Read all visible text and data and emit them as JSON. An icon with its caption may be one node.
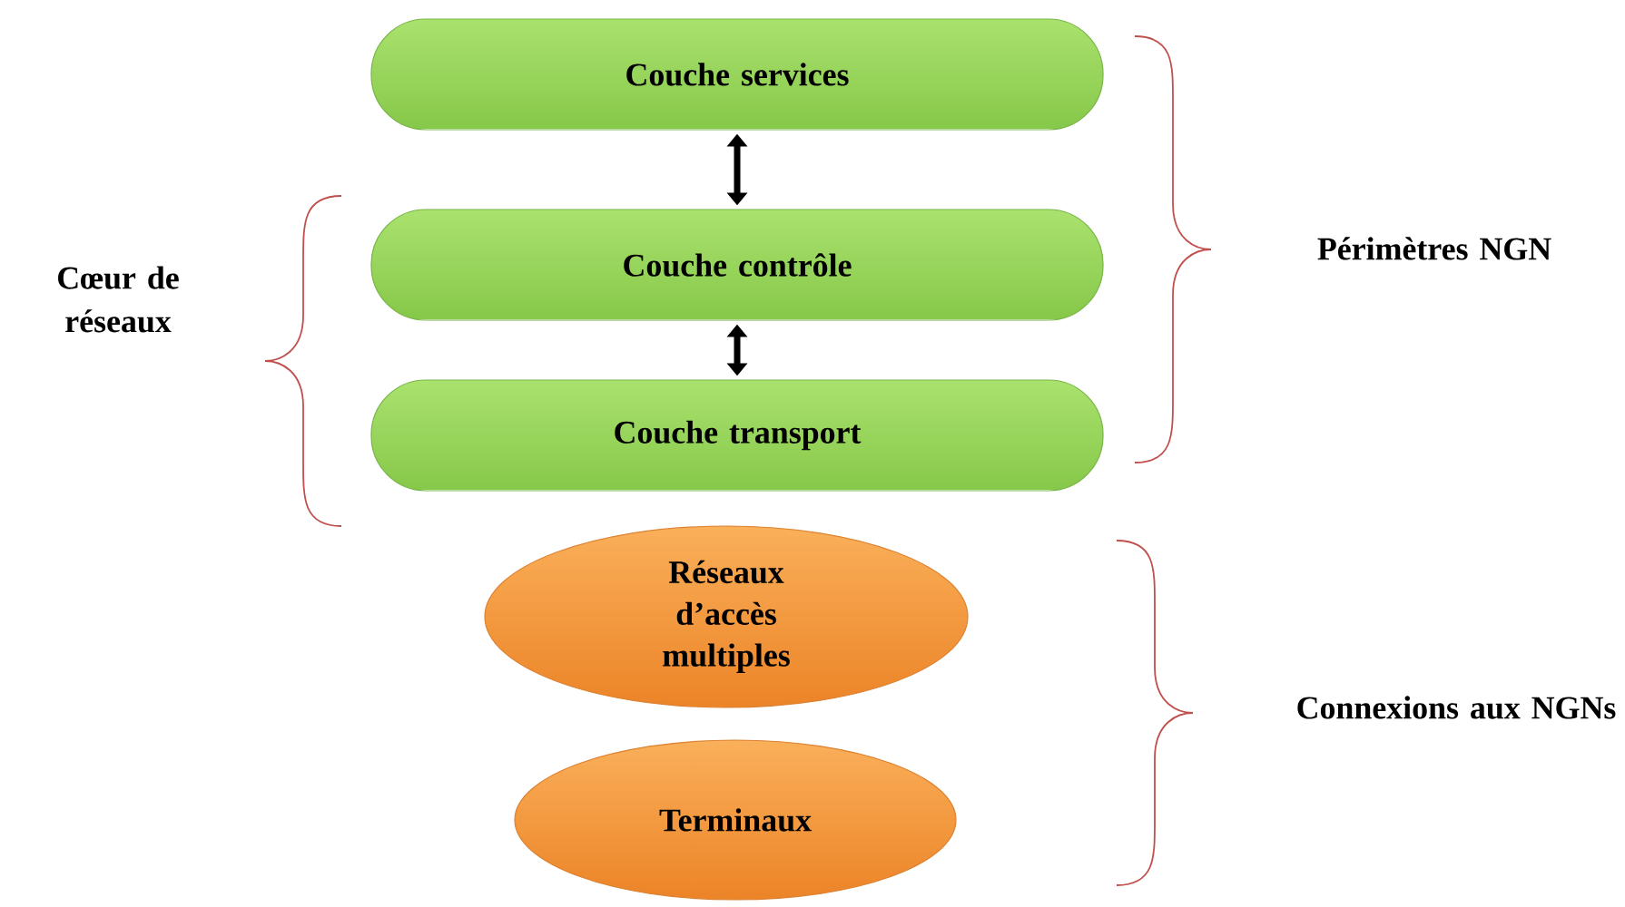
{
  "diagram": {
    "nodes": [
      {
        "text": [
          "Couche services"
        ]
      },
      {
        "text": [
          "Couche contrôle"
        ]
      },
      {
        "text": [
          "Couche transport"
        ]
      },
      {
        "text": [
          "Réseaux d’accès multiples"
        ]
      },
      {
        "text": [
          "Terminaux"
        ]
      }
    ],
    "edges": [
      {
        "from": 0,
        "to": 1,
        "arrow": "both"
      },
      {
        "from": 1,
        "to": 2,
        "arrow": "both"
      }
    ],
    "labels": [
      "Cœur de réseaux",
      "Périmètres NGN",
      "Connexions aux NGNs"
    ]
  }
}
